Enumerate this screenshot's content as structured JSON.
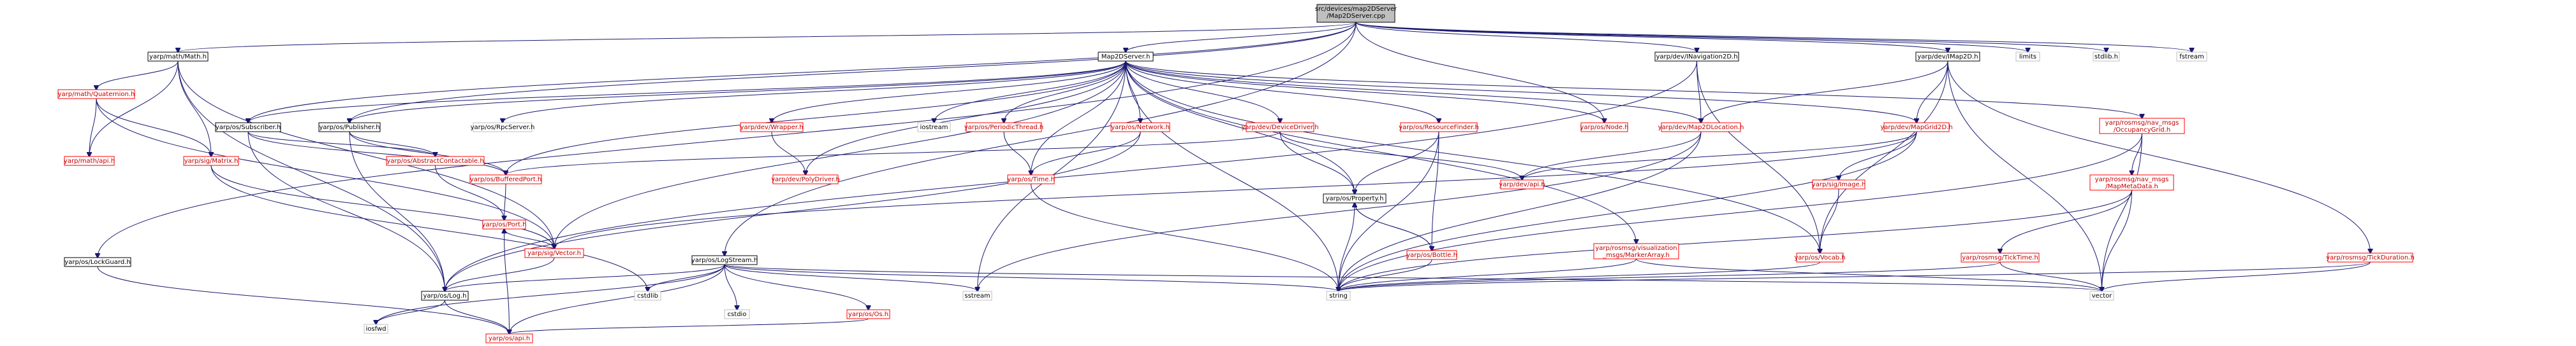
{
  "root": {
    "lines": [
      "src/devices/map2DServer",
      "/Map2DServer.cpp"
    ]
  },
  "nodes": {
    "map2dserver_h": {
      "lines": [
        "Map2DServer.h"
      ]
    },
    "limits": {
      "lines": [
        "limits"
      ]
    },
    "stdlib_h": {
      "lines": [
        "stdlib.h"
      ]
    },
    "fstream": {
      "lines": [
        "fstream"
      ]
    },
    "math_h": {
      "lines": [
        "yarp/math/Math.h"
      ]
    },
    "inav2d_h": {
      "lines": [
        "yarp/dev/INavigation2D.h"
      ]
    },
    "imap2d_h": {
      "lines": [
        "yarp/dev/IMap2D.h"
      ]
    },
    "quaternion_h": {
      "lines": [
        "yarp/math/Quaternion.h"
      ]
    },
    "subscriber_h": {
      "lines": [
        "yarp/os/Subscriber.h"
      ]
    },
    "publisher_h": {
      "lines": [
        "yarp/os/Publisher.h"
      ]
    },
    "rpcserver_h": {
      "lines": [
        "yarp/os/RpcServer.h"
      ]
    },
    "wrapper_h": {
      "lines": [
        "yarp/dev/Wrapper.h"
      ]
    },
    "iostream": {
      "lines": [
        "iostream"
      ]
    },
    "periodicthread_h": {
      "lines": [
        "yarp/os/PeriodicThread.h"
      ]
    },
    "network_h": {
      "lines": [
        "yarp/os/Network.h"
      ]
    },
    "devicedriver_h": {
      "lines": [
        "yarp/dev/DeviceDriver.h"
      ]
    },
    "resourcefinder_h": {
      "lines": [
        "yarp/os/ResourceFinder.h"
      ]
    },
    "node_h": {
      "lines": [
        "yarp/os/Node.h"
      ]
    },
    "map2dlocation_h": {
      "lines": [
        "yarp/dev/Map2DLocation.h"
      ]
    },
    "mapgrid2d_h": {
      "lines": [
        "yarp/dev/MapGrid2D.h"
      ]
    },
    "occupancygrid_h": {
      "lines": [
        "yarp/rosmsg/nav_msgs",
        "/OccupancyGrid.h"
      ]
    },
    "mathapi_h": {
      "lines": [
        "yarp/math/api.h"
      ]
    },
    "matrix_h": {
      "lines": [
        "yarp/sig/Matrix.h"
      ]
    },
    "abstractcontactable_h": {
      "lines": [
        "yarp/os/AbstractContactable.h"
      ]
    },
    "bufferedport_h": {
      "lines": [
        "yarp/os/BufferedPort.h"
      ]
    },
    "polydriver_h": {
      "lines": [
        "yarp/dev/PolyDriver.h"
      ]
    },
    "time_h": {
      "lines": [
        "yarp/os/Time.h"
      ]
    },
    "property_h": {
      "lines": [
        "yarp/os/Property.h"
      ]
    },
    "devapi_h": {
      "lines": [
        "yarp/dev/api.h"
      ]
    },
    "image_h": {
      "lines": [
        "yarp/sig/Image.h"
      ]
    },
    "mapmetadata_h": {
      "lines": [
        "yarp/rosmsg/nav_msgs",
        "/MapMetaData.h"
      ]
    },
    "port_h": {
      "lines": [
        "yarp/os/Port.h"
      ]
    },
    "vector_h": {
      "lines": [
        "yarp/sig/Vector.h"
      ]
    },
    "bottle_h": {
      "lines": [
        "yarp/os/Bottle.h"
      ]
    },
    "markerarray_h": {
      "lines": [
        "yarp/rosmsg/visualization",
        "_msgs/MarkerArray.h"
      ]
    },
    "vocab_h": {
      "lines": [
        "yarp/os/Vocab.h"
      ]
    },
    "ticktime_h": {
      "lines": [
        "yarp/rosmsg/TickTime.h"
      ]
    },
    "tickduration_h": {
      "lines": [
        "yarp/rosmsg/TickDuration.h"
      ]
    },
    "logstream_h": {
      "lines": [
        "yarp/os/LogStream.h"
      ]
    },
    "log_h": {
      "lines": [
        "yarp/os/Log.h"
      ]
    },
    "cstdlib": {
      "lines": [
        "cstdlib"
      ]
    },
    "cstdio": {
      "lines": [
        "cstdio"
      ]
    },
    "os_h": {
      "lines": [
        "yarp/os/Os.h"
      ]
    },
    "sstream": {
      "lines": [
        "sstream"
      ]
    },
    "string": {
      "lines": [
        "string"
      ]
    },
    "vector": {
      "lines": [
        "vector"
      ]
    },
    "lockguard_h": {
      "lines": [
        "yarp/os/LockGuard.h"
      ]
    },
    "iosfwd": {
      "lines": [
        "iosfwd"
      ]
    },
    "osapi_h": {
      "lines": [
        "yarp/os/api.h"
      ]
    }
  },
  "colors": {
    "edge": "#191970",
    "root_fill": "#bfbfbf",
    "documented_border": "#000000",
    "undocumented_border": "#ff0000",
    "external_border": "#bfbfbf",
    "undocumented_text": "#c00000"
  }
}
